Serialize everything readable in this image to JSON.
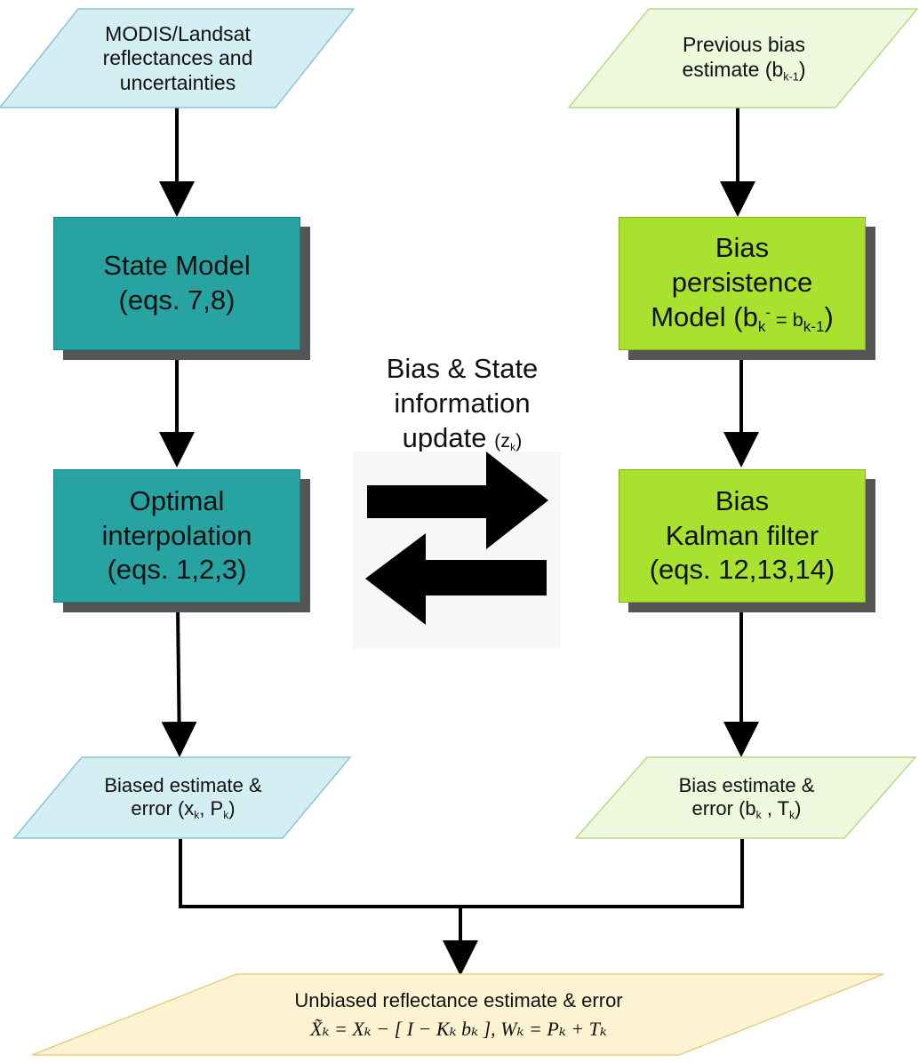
{
  "inputs": {
    "modis": [
      "MODIS/Landsat",
      "reflectances and",
      "uncertainties"
    ],
    "previous_bias": {
      "line1": "Previous bias",
      "line2_prefix": "estimate (b",
      "line2_sub": "k-1",
      "line2_suffix": ")"
    }
  },
  "state_model": {
    "line1": "State Model",
    "line2": "(eqs. 7,8)"
  },
  "optimal_interp": {
    "line1": "Optimal",
    "line2": "interpolation",
    "line3": "(eqs. 1,2,3)"
  },
  "bias_persistence": {
    "line1": "Bias",
    "line2": "persistence",
    "line3_prefix": "Model (b",
    "sub1": "k",
    "sup1": "-",
    "mid": " = b",
    "sub2": "k-1",
    "suffix": ")"
  },
  "bias_kalman": {
    "line1": "Bias",
    "line2": "Kalman filter",
    "line3": "(eqs. 12,13,14)"
  },
  "update": {
    "line1": "Bias & State",
    "line2": "information",
    "line3": "update",
    "z_prefix": "(z",
    "z_sub": "k",
    "z_suffix": ")"
  },
  "biased_estimate": {
    "line1": "Biased estimate &",
    "line2_prefix": "error (x",
    "sub1": "k",
    "mid": ", P",
    "sub2": "k",
    "suffix": ")"
  },
  "bias_estimate": {
    "line1": "Bias estimate &",
    "line2_prefix": "error (b",
    "sub1": "k",
    "mid": " , T",
    "sub2": "k",
    "suffix": ")"
  },
  "output": {
    "title": "Unbiased reflectance estimate & error",
    "formula": "X̃ₖ = Xₖ − [ I − Kₖ bₖ ],   Wₖ = Pₖ + Tₖ"
  },
  "colors": {
    "teal": "#27a3a2",
    "lime": "#a9e12f",
    "light_blue": "#d4eff4",
    "light_green": "#eef8dc",
    "light_yellow": "#fdf3d3"
  }
}
